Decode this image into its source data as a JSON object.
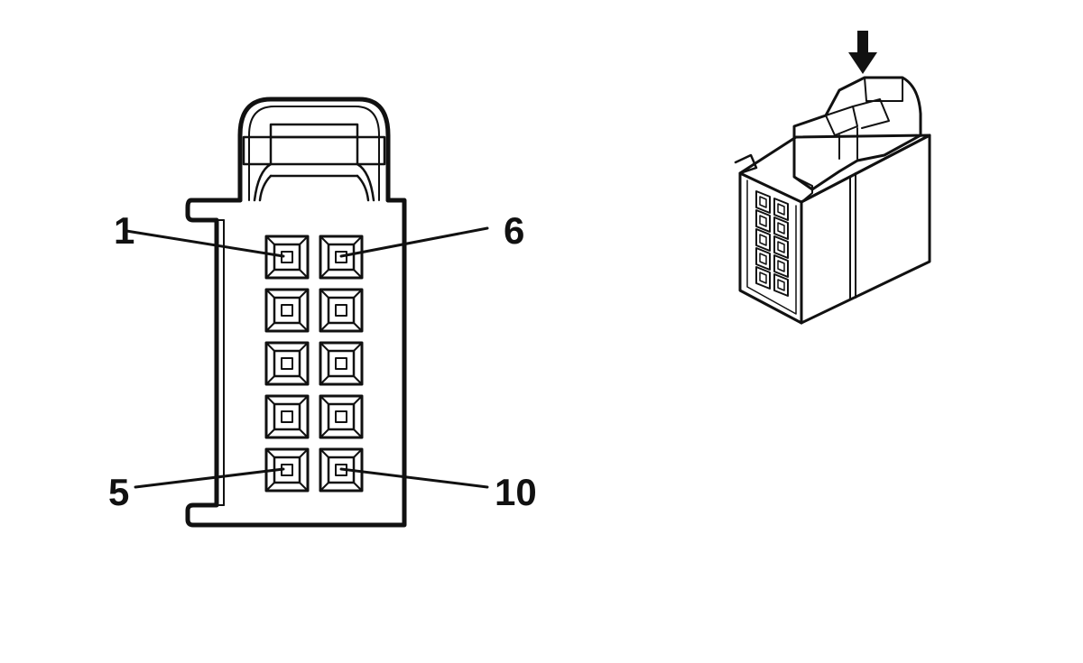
{
  "pin_labels": {
    "first_left": "1",
    "first_right": "6",
    "last_left": "5",
    "last_right": "10"
  },
  "connector": {
    "pin_rows": 5,
    "pin_columns": 2
  },
  "colors": {
    "line": "#111111",
    "background": "#ffffff"
  },
  "icons": {
    "arrow": "down-arrow-icon"
  }
}
